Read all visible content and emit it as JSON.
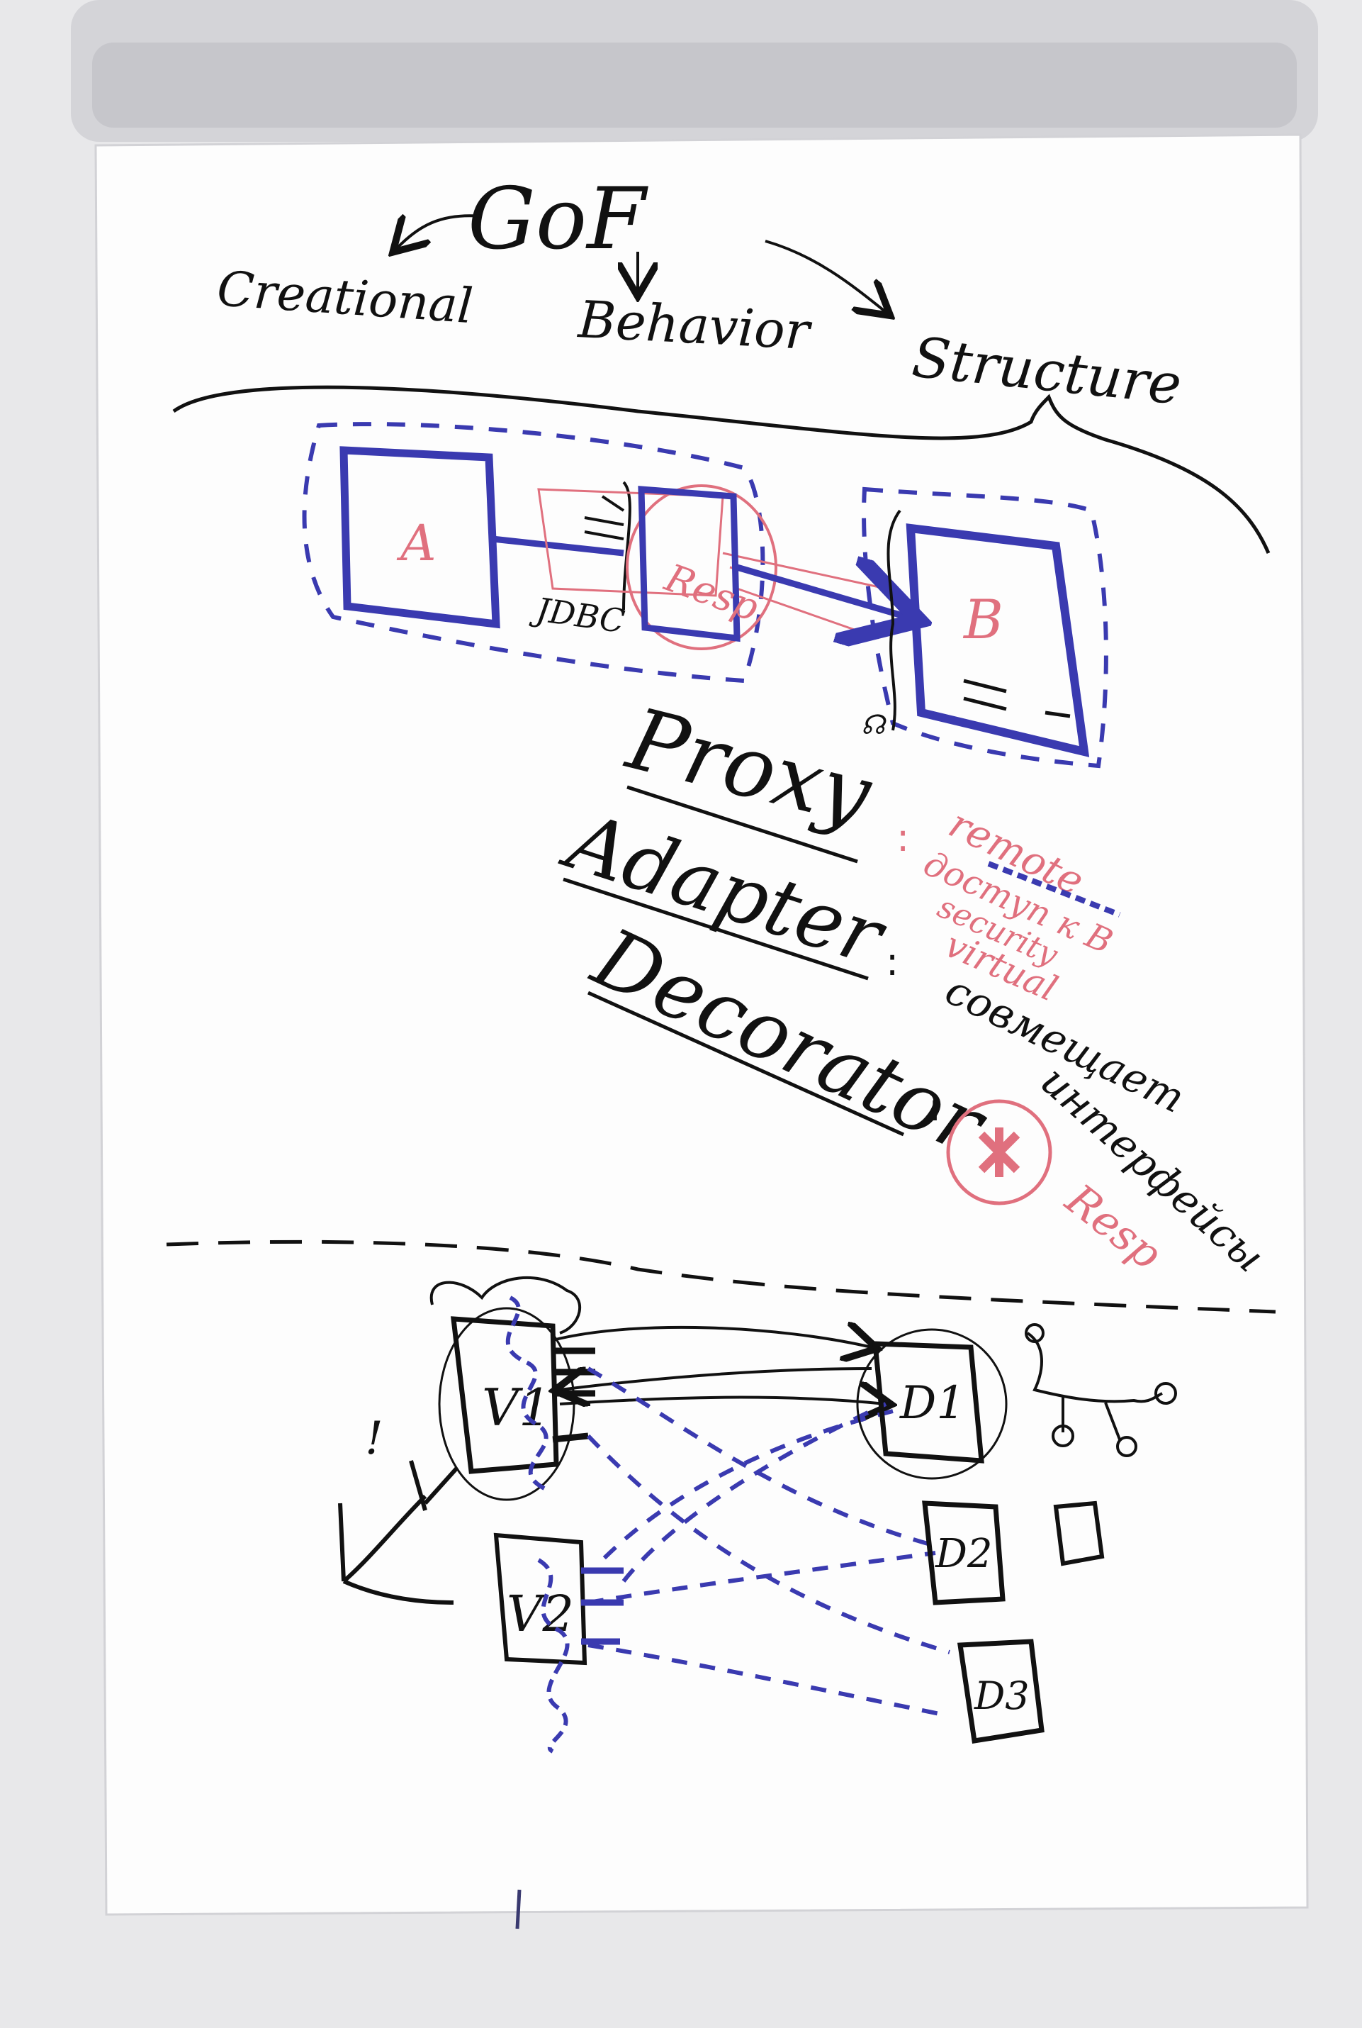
{
  "header": {
    "title": "GoF",
    "categories": [
      "Creational",
      "Behavior",
      "Structure"
    ]
  },
  "top_diagram": {
    "box_a": "A",
    "box_resp": "Resp",
    "box_b": "B",
    "jdbc_label": "JDBC"
  },
  "patterns": [
    {
      "name": "Proxy",
      "note_lines": [
        "remote",
        "доступ к B",
        "security",
        "virtual"
      ]
    },
    {
      "name": "Adapter",
      "note_lines": [
        "совмещает",
        "интерфейсы"
      ]
    },
    {
      "name": "Decorator",
      "note_lines": [
        "Resp"
      ]
    }
  ],
  "bottom_diagram": {
    "views": [
      "V1",
      "V2"
    ],
    "data": [
      "D1",
      "D2",
      "D3"
    ],
    "exclaim": "!"
  },
  "colors": {
    "paper": "#fdfdfd",
    "black_marker": "#111111",
    "blue_marker": "#3a3ab0",
    "red_marker": "#e0707e"
  }
}
